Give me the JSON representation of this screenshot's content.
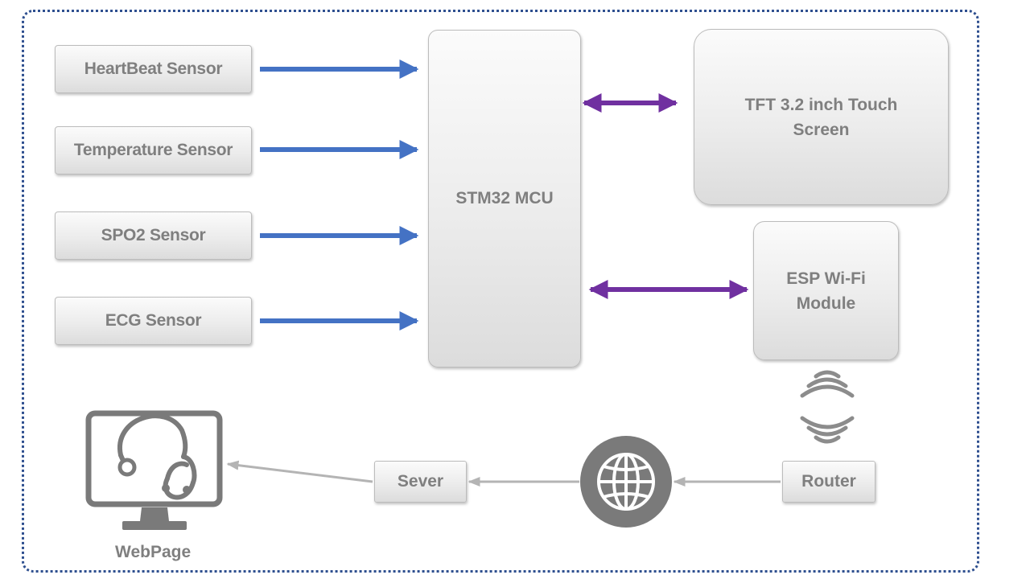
{
  "diagram": {
    "sensors": [
      {
        "label": "HeartBeat Sensor"
      },
      {
        "label": "Temperature Sensor"
      },
      {
        "label": "SPO2 Sensor"
      },
      {
        "label": "ECG Sensor"
      }
    ],
    "mcu": {
      "label": "STM32 MCU"
    },
    "display": {
      "line1": "TFT 3.2 inch Touch",
      "line2": "Screen"
    },
    "wifi": {
      "line1": "ESP Wi-Fi",
      "line2": "Module"
    },
    "router": {
      "label": "Router"
    },
    "server": {
      "label": "Sever"
    },
    "webpage": {
      "label": "WebPage"
    },
    "icons": [
      "wifi-signal-icon",
      "globe-icon",
      "monitor-stethoscope-icon"
    ],
    "colors": {
      "sensor_arrow": "#4472c4",
      "bidirectional_arrow": "#7030a0",
      "network_arrow": "#b4b4b4",
      "frame": "#2e4f8f",
      "text": "#7f7f7f"
    }
  }
}
